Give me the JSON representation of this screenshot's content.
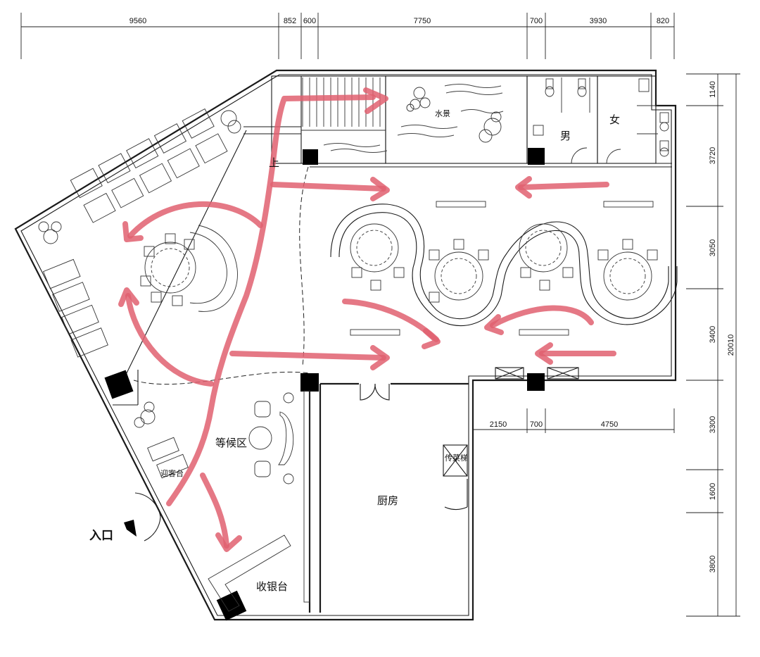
{
  "dimensions": {
    "top": [
      "9560",
      "852",
      "600",
      "7750",
      "700",
      "3930",
      "820"
    ],
    "right": [
      "1140",
      "3720",
      "3050",
      "3400",
      "3300",
      "1600",
      "3800"
    ],
    "total_right": "20010",
    "inner": [
      "2150",
      "700",
      "4750"
    ]
  },
  "labels": {
    "water_feature": "水景",
    "men": "男",
    "women": "女",
    "stairs_up": "上",
    "waiting_area": "等候区",
    "reception": "迎客台",
    "entrance": "入口",
    "cashier": "收银台",
    "kitchen": "厨房",
    "dish_lift": "传菜梯"
  },
  "colors": {
    "flow": "#e06070",
    "wall": "#1a1a1a",
    "column": "#000000"
  }
}
